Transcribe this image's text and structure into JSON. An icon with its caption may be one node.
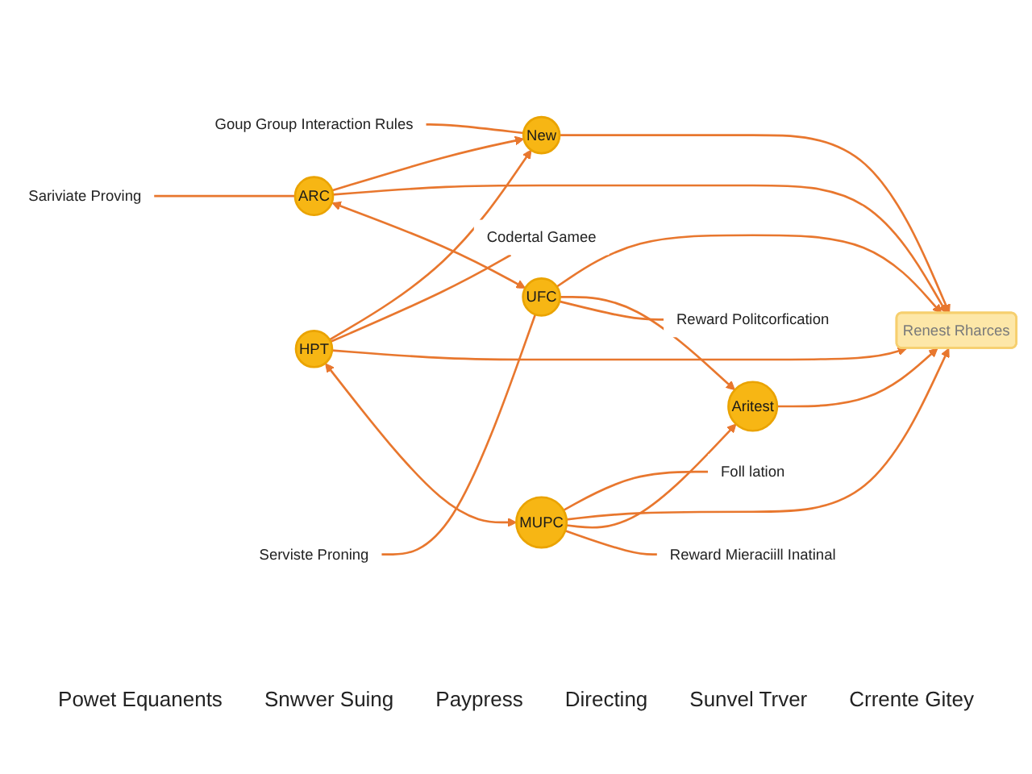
{
  "diagram": {
    "nodes": [
      {
        "text": [
          "Goup Group Interaction Rules"
        ]
      },
      {
        "text": [
          "New"
        ]
      },
      {
        "text": [
          "Sariviate Proving"
        ]
      },
      {
        "text": [
          "ARC"
        ]
      },
      {
        "text": [
          "HPT"
        ]
      },
      {
        "text": [
          "Codertal Gamee"
        ]
      },
      {
        "text": [
          "Renest Rharces"
        ]
      },
      {
        "text": [
          "Serviste Proning"
        ]
      },
      {
        "text": [
          "UFC"
        ]
      },
      {
        "text": [
          "MUPC"
        ]
      },
      {
        "text": [
          "Foll lation"
        ]
      },
      {
        "text": [
          "Aritest"
        ]
      },
      {
        "text": [
          "Reward Politcorfication"
        ]
      },
      {
        "text": [
          "Reward Mieraciill Inatinal"
        ]
      }
    ],
    "edges": [
      {
        "from": 0,
        "to": 1,
        "arrow": "none"
      },
      {
        "from": 3,
        "to": 1,
        "arrow": "to"
      },
      {
        "from": 4,
        "to": 1,
        "arrow": "to"
      },
      {
        "from": 2,
        "to": 3,
        "arrow": "none"
      },
      {
        "from": 4,
        "to": 5,
        "arrow": "none"
      },
      {
        "from": 1,
        "to": 6,
        "arrow": "to"
      },
      {
        "from": 3,
        "to": 6,
        "arrow": "to"
      },
      {
        "from": 4,
        "to": 6,
        "arrow": "to"
      },
      {
        "from": 3,
        "to": 8,
        "arrow": "both"
      },
      {
        "from": 4,
        "to": 9,
        "arrow": "both"
      },
      {
        "from": 7,
        "to": 8,
        "arrow": "none"
      },
      {
        "from": 9,
        "to": 10,
        "arrow": "none"
      },
      {
        "from": 8,
        "to": 6,
        "arrow": "to"
      },
      {
        "from": 9,
        "to": 6,
        "arrow": "to"
      },
      {
        "from": 11,
        "to": 6,
        "arrow": "to"
      },
      {
        "from": 8,
        "to": 11,
        "arrow": "to"
      },
      {
        "from": 9,
        "to": 11,
        "arrow": "to"
      },
      {
        "from": 8,
        "to": 12,
        "arrow": "none"
      },
      {
        "from": 9,
        "to": 13,
        "arrow": "none"
      }
    ],
    "labels": [
      "Powet Equanents",
      "Snwver Suing",
      "Paypress",
      "Directing",
      "Sunvel Trver",
      "Crrente Gitey"
    ]
  }
}
